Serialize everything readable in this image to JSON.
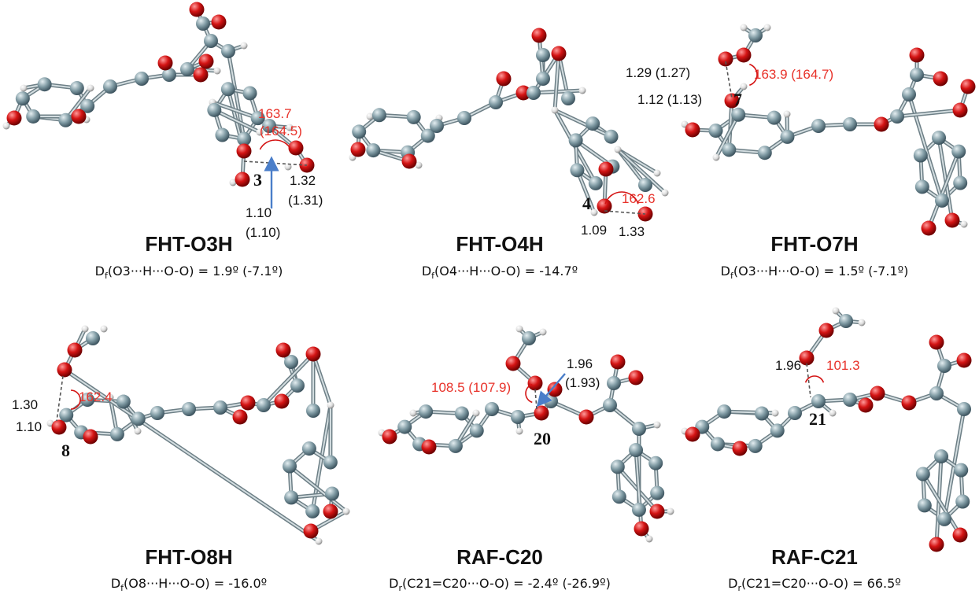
{
  "colors": {
    "carbon": "#7f9aa3",
    "oxygen": "#d41414",
    "hydrogen": "#e9e9e9",
    "angle_text": "#e8322a",
    "text": "#111111",
    "arrow": "#4a7ec9"
  },
  "panels": [
    {
      "title": "FHT-O3H",
      "dihedral": {
        "prefix": "D",
        "sub": "f",
        "body": "(O3···H···O-O) = 1.9º (-7.1º)"
      }
    },
    {
      "title": "FHT-O4H",
      "dihedral": {
        "prefix": "D",
        "sub": "f",
        "body": "(O4···H···O-O) = -14.7º"
      }
    },
    {
      "title": "FHT-O7H",
      "dihedral": {
        "prefix": "D",
        "sub": "f",
        "body": "(O3···H···O-O) = 1.5º (-7.1º)"
      }
    },
    {
      "title": "FHT-O8H",
      "dihedral": {
        "prefix": "D",
        "sub": "f",
        "body": "(O8···H···O-O) = -16.0º"
      }
    },
    {
      "title": "RAF-C20",
      "dihedral": {
        "prefix": "D",
        "sub": "r",
        "body": "(C21=C20···O-O) = -2.4º (-26.9º)"
      }
    },
    {
      "title": "RAF-C21",
      "dihedral": {
        "prefix": "D",
        "sub": "r",
        "body": "(C21=C20···O-O) = 66.5º"
      }
    }
  ],
  "annotations": {
    "p1": {
      "angle1": "163.7",
      "angle2": "(164.5)",
      "dist1a": "1.32",
      "dist1b": "(1.31)",
      "dist2a": "1.10",
      "dist2b": "(1.10)",
      "label": "3"
    },
    "p2": {
      "angle": "162.6",
      "dist1": "1.09",
      "dist2": "1.33",
      "label": "4"
    },
    "p3": {
      "dist1": "1.29 (1.27)",
      "dist2": "1.12 (1.13)",
      "angle": "163.9 (164.7)",
      "label": "7"
    },
    "p4": {
      "dist1": "1.30",
      "dist2": "1.10",
      "angle": "162.4",
      "label": "8"
    },
    "p5": {
      "angle": "108.5 (107.9)",
      "dist1": "1.96",
      "dist2": "(1.93)",
      "label": "20"
    },
    "p6": {
      "dist": "1.96",
      "angle": "101.3",
      "label": "21"
    }
  }
}
